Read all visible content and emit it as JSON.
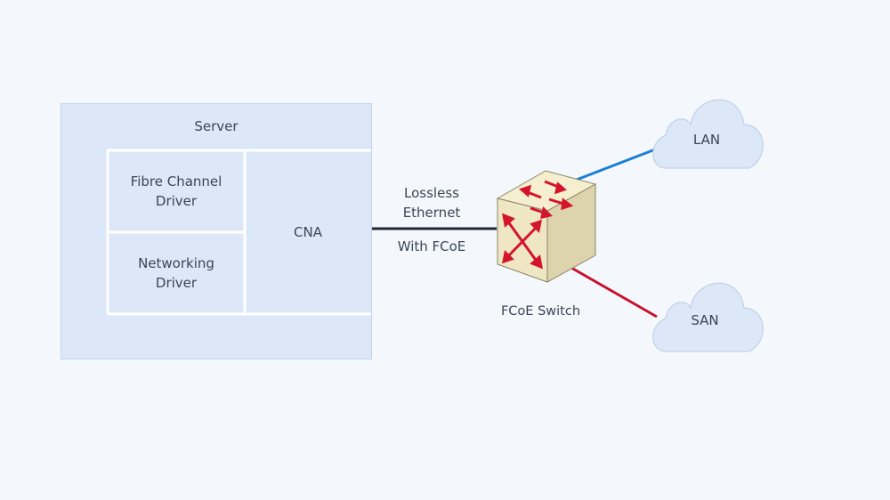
{
  "server": {
    "title": "Server",
    "fc_driver": "Fibre Channel Driver",
    "net_driver": "Networking Driver",
    "cna": "CNA"
  },
  "link": {
    "top_label": "Lossless Ethernet",
    "bottom_label": "With FCoE"
  },
  "switch": {
    "label": "FCoE Switch",
    "icon": "fcoe-switch-icon"
  },
  "clouds": {
    "lan": "LAN",
    "san": "SAN"
  },
  "colors": {
    "lan_link": "#1a7fd6",
    "san_link": "#c8102e",
    "server_link": "#1f2733",
    "switch_arrows": "#d4142a",
    "cube_face": "#efe6c4"
  }
}
